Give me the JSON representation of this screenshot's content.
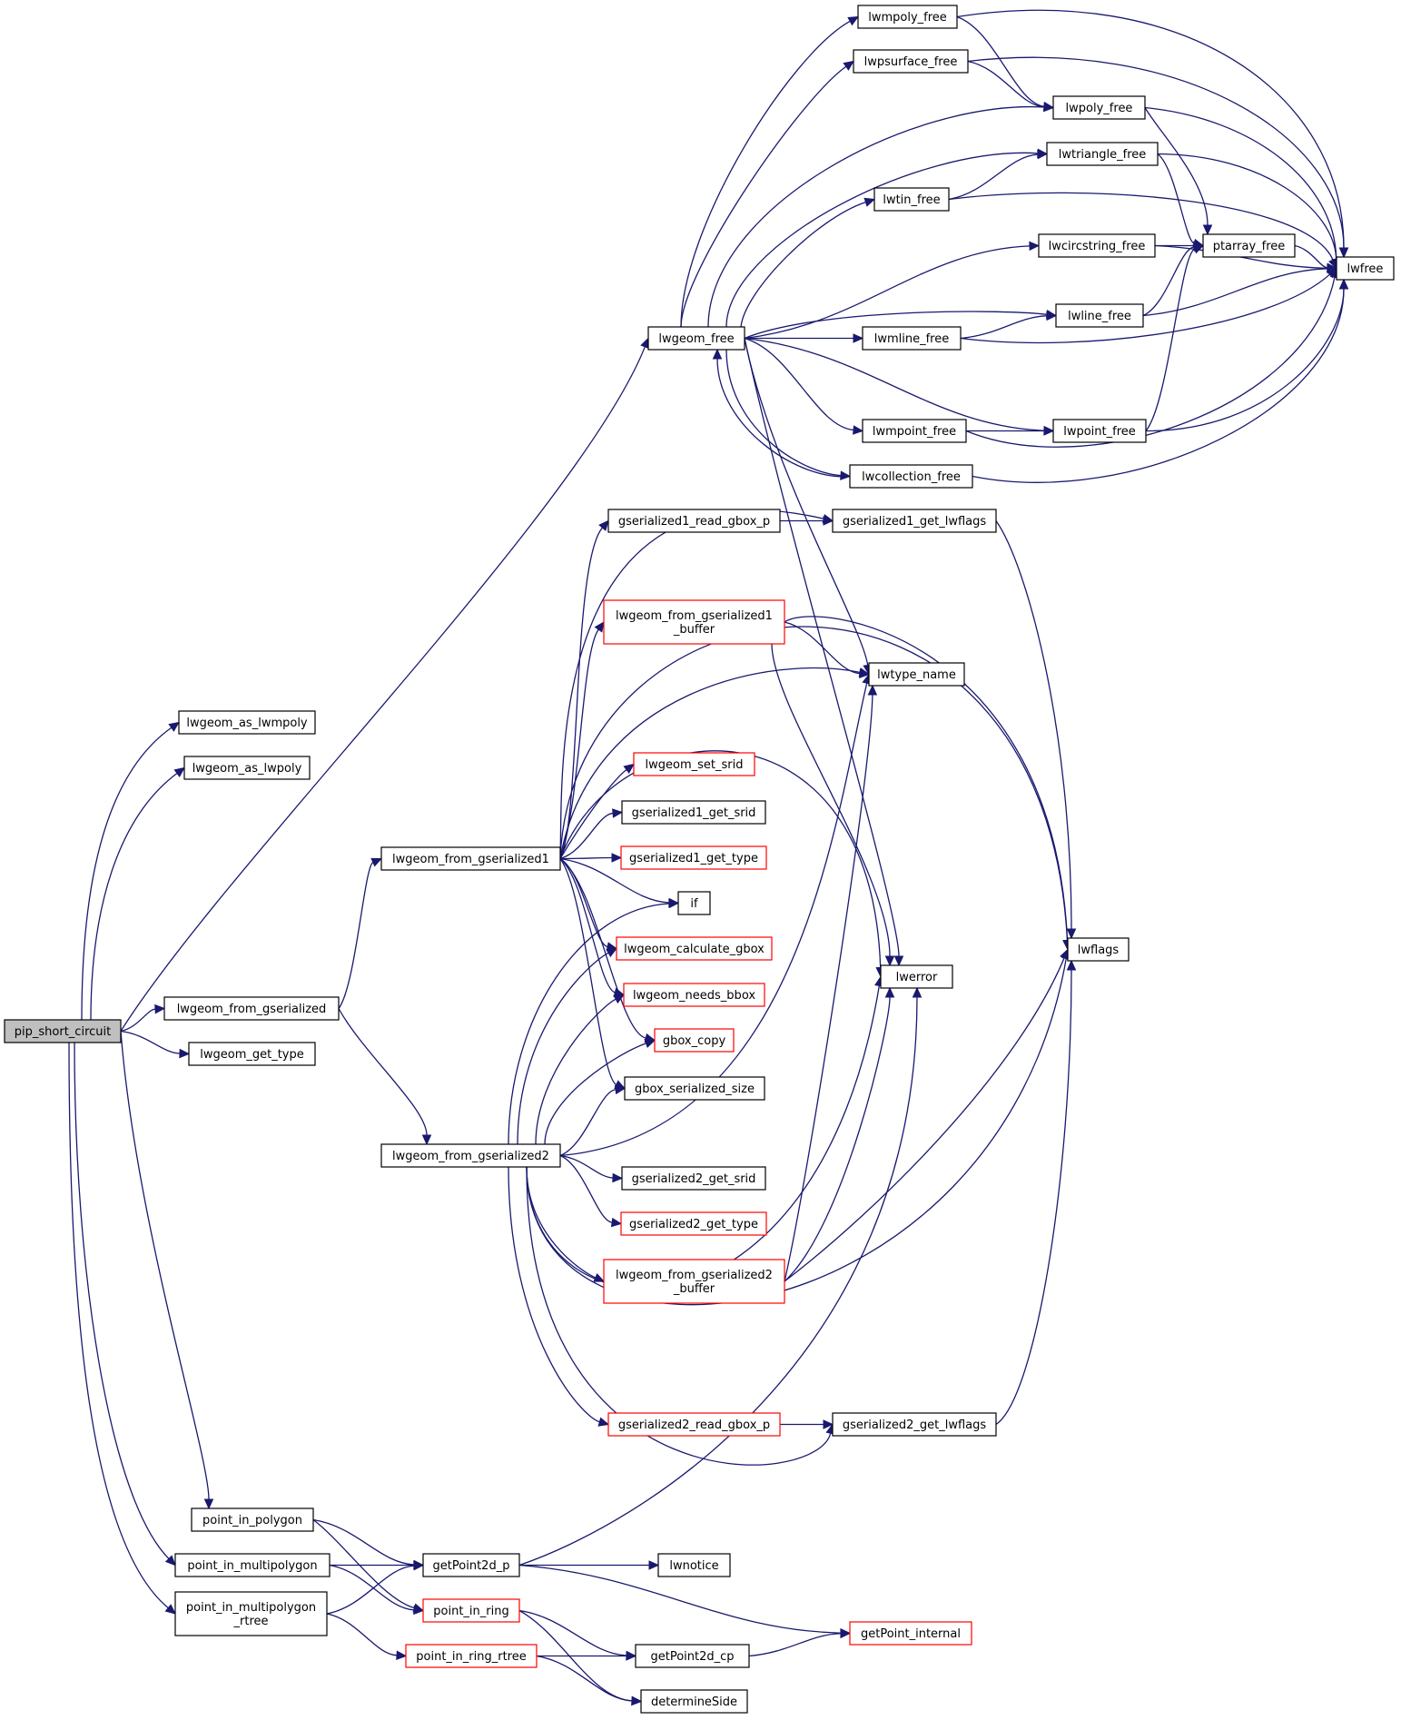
{
  "colors": {
    "edge": "#191970",
    "node_border": "#000000",
    "incomplete_node_border": "#ff0000",
    "root_fill": "#bfbfbf",
    "node_fill": "#ffffff"
  },
  "nodes": {
    "pip_short_circuit": {
      "lines": [
        "pip_short_circuit"
      ],
      "style": "root"
    },
    "lwgeom_as_lwmpoly": {
      "lines": [
        "lwgeom_as_lwmpoly"
      ],
      "style": "normal"
    },
    "lwgeom_as_lwpoly": {
      "lines": [
        "lwgeom_as_lwpoly"
      ],
      "style": "normal"
    },
    "lwgeom_free": {
      "lines": [
        "lwgeom_free"
      ],
      "style": "normal"
    },
    "lwgeom_from_gserialized": {
      "lines": [
        "lwgeom_from_gserialized"
      ],
      "style": "normal"
    },
    "lwgeom_get_type": {
      "lines": [
        "lwgeom_get_type"
      ],
      "style": "normal"
    },
    "point_in_polygon": {
      "lines": [
        "point_in_polygon"
      ],
      "style": "normal"
    },
    "point_in_multipolygon": {
      "lines": [
        "point_in_multipolygon"
      ],
      "style": "normal"
    },
    "point_in_multipolygon_rtree": {
      "lines": [
        "point_in_multipolygon",
        "_rtree"
      ],
      "style": "normal"
    },
    "lwgeom_from_gserialized1": {
      "lines": [
        "lwgeom_from_gserialized1"
      ],
      "style": "normal"
    },
    "lwgeom_from_gserialized2": {
      "lines": [
        "lwgeom_from_gserialized2"
      ],
      "style": "normal"
    },
    "getPoint2d_p": {
      "lines": [
        "getPoint2d_p"
      ],
      "style": "normal"
    },
    "point_in_ring": {
      "lines": [
        "point_in_ring"
      ],
      "style": "incomplete"
    },
    "point_in_ring_rtree": {
      "lines": [
        "point_in_ring_rtree"
      ],
      "style": "incomplete"
    },
    "gserialized1_read_gbox_p": {
      "lines": [
        "gserialized1_read_gbox_p"
      ],
      "style": "normal"
    },
    "lwgeom_from_gserialized1_buffer": {
      "lines": [
        "lwgeom_from_gserialized1",
        "_buffer"
      ],
      "style": "incomplete"
    },
    "lwgeom_set_srid": {
      "lines": [
        "lwgeom_set_srid"
      ],
      "style": "incomplete"
    },
    "gserialized1_get_srid": {
      "lines": [
        "gserialized1_get_srid"
      ],
      "style": "normal"
    },
    "gserialized1_get_type": {
      "lines": [
        "gserialized1_get_type"
      ],
      "style": "incomplete"
    },
    "if": {
      "lines": [
        "if"
      ],
      "style": "normal"
    },
    "lwgeom_calculate_gbox": {
      "lines": [
        "lwgeom_calculate_gbox"
      ],
      "style": "incomplete"
    },
    "lwgeom_needs_bbox": {
      "lines": [
        "lwgeom_needs_bbox"
      ],
      "style": "incomplete"
    },
    "gbox_copy": {
      "lines": [
        "gbox_copy"
      ],
      "style": "incomplete"
    },
    "gbox_serialized_size": {
      "lines": [
        "gbox_serialized_size"
      ],
      "style": "normal"
    },
    "gserialized2_get_srid": {
      "lines": [
        "gserialized2_get_srid"
      ],
      "style": "normal"
    },
    "gserialized2_get_type": {
      "lines": [
        "gserialized2_get_type"
      ],
      "style": "incomplete"
    },
    "lwgeom_from_gserialized2_buffer": {
      "lines": [
        "lwgeom_from_gserialized2",
        "_buffer"
      ],
      "style": "incomplete"
    },
    "gserialized2_read_gbox_p": {
      "lines": [
        "gserialized2_read_gbox_p"
      ],
      "style": "incomplete"
    },
    "lwnotice": {
      "lines": [
        "lwnotice"
      ],
      "style": "normal"
    },
    "getPoint2d_cp": {
      "lines": [
        "getPoint2d_cp"
      ],
      "style": "normal"
    },
    "determineSide": {
      "lines": [
        "determineSide"
      ],
      "style": "normal"
    },
    "lwmpoly_free": {
      "lines": [
        "lwmpoly_free"
      ],
      "style": "normal"
    },
    "lwpsurface_free": {
      "lines": [
        "lwpsurface_free"
      ],
      "style": "normal"
    },
    "lwtin_free": {
      "lines": [
        "lwtin_free"
      ],
      "style": "normal"
    },
    "lwmline_free": {
      "lines": [
        "lwmline_free"
      ],
      "style": "normal"
    },
    "lwmpoint_free": {
      "lines": [
        "lwmpoint_free"
      ],
      "style": "normal"
    },
    "lwcollection_free": {
      "lines": [
        "lwcollection_free"
      ],
      "style": "normal"
    },
    "gserialized1_get_lwflags": {
      "lines": [
        "gserialized1_get_lwflags"
      ],
      "style": "normal"
    },
    "lwtype_name": {
      "lines": [
        "lwtype_name"
      ],
      "style": "normal"
    },
    "lwerror": {
      "lines": [
        "lwerror"
      ],
      "style": "normal"
    },
    "gserialized2_get_lwflags": {
      "lines": [
        "gserialized2_get_lwflags"
      ],
      "style": "normal"
    },
    "getPoint_internal": {
      "lines": [
        "getPoint_internal"
      ],
      "style": "incomplete"
    },
    "lwpoly_free": {
      "lines": [
        "lwpoly_free"
      ],
      "style": "normal"
    },
    "lwtriangle_free": {
      "lines": [
        "lwtriangle_free"
      ],
      "style": "normal"
    },
    "lwcircstring_free": {
      "lines": [
        "lwcircstring_free"
      ],
      "style": "normal"
    },
    "lwline_free": {
      "lines": [
        "lwline_free"
      ],
      "style": "normal"
    },
    "lwpoint_free": {
      "lines": [
        "lwpoint_free"
      ],
      "style": "normal"
    },
    "lwflags": {
      "lines": [
        "lwflags"
      ],
      "style": "normal"
    },
    "ptarray_free": {
      "lines": [
        "ptarray_free"
      ],
      "style": "normal"
    },
    "lwfree": {
      "lines": [
        "lwfree"
      ],
      "style": "normal"
    }
  },
  "edges": [
    [
      "pip_short_circuit",
      "lwgeom_as_lwmpoly"
    ],
    [
      "pip_short_circuit",
      "lwgeom_as_lwpoly"
    ],
    [
      "pip_short_circuit",
      "lwgeom_free"
    ],
    [
      "pip_short_circuit",
      "lwgeom_from_gserialized"
    ],
    [
      "pip_short_circuit",
      "lwgeom_get_type"
    ],
    [
      "pip_short_circuit",
      "point_in_polygon"
    ],
    [
      "pip_short_circuit",
      "point_in_multipolygon"
    ],
    [
      "pip_short_circuit",
      "point_in_multipolygon_rtree"
    ],
    [
      "lwgeom_free",
      "lwmpoly_free"
    ],
    [
      "lwgeom_free",
      "lwpsurface_free"
    ],
    [
      "lwgeom_free",
      "lwpoly_free"
    ],
    [
      "lwgeom_free",
      "lwtriangle_free"
    ],
    [
      "lwgeom_free",
      "lwtin_free"
    ],
    [
      "lwgeom_free",
      "lwcircstring_free"
    ],
    [
      "lwgeom_free",
      "lwline_free"
    ],
    [
      "lwgeom_free",
      "lwmline_free"
    ],
    [
      "lwgeom_free",
      "lwpoint_free"
    ],
    [
      "lwgeom_free",
      "lwmpoint_free"
    ],
    [
      "lwgeom_free",
      "lwcollection_free"
    ],
    [
      "lwgeom_free",
      "lwtype_name"
    ],
    [
      "lwgeom_free",
      "lwerror"
    ],
    [
      "lwmpoly_free",
      "lwpoly_free"
    ],
    [
      "lwmpoly_free",
      "lwfree"
    ],
    [
      "lwpsurface_free",
      "lwpoly_free"
    ],
    [
      "lwpsurface_free",
      "lwfree"
    ],
    [
      "lwpoly_free",
      "ptarray_free"
    ],
    [
      "lwpoly_free",
      "lwfree"
    ],
    [
      "lwtriangle_free",
      "ptarray_free"
    ],
    [
      "lwtriangle_free",
      "lwfree"
    ],
    [
      "lwtin_free",
      "lwtriangle_free"
    ],
    [
      "lwtin_free",
      "lwfree"
    ],
    [
      "lwcircstring_free",
      "ptarray_free"
    ],
    [
      "lwcircstring_free",
      "lwfree"
    ],
    [
      "lwline_free",
      "ptarray_free"
    ],
    [
      "lwline_free",
      "lwfree"
    ],
    [
      "lwmline_free",
      "lwline_free"
    ],
    [
      "lwmline_free",
      "lwfree"
    ],
    [
      "lwmpoint_free",
      "lwpoint_free"
    ],
    [
      "lwmpoint_free",
      "lwfree"
    ],
    [
      "lwpoint_free",
      "ptarray_free"
    ],
    [
      "lwpoint_free",
      "lwfree"
    ],
    [
      "lwcollection_free",
      "lwgeom_free"
    ],
    [
      "lwcollection_free",
      "lwfree"
    ],
    [
      "ptarray_free",
      "lwfree"
    ],
    [
      "lwgeom_from_gserialized",
      "lwgeom_from_gserialized1"
    ],
    [
      "lwgeom_from_gserialized",
      "lwgeom_from_gserialized2"
    ],
    [
      "lwgeom_from_gserialized1",
      "gserialized1_read_gbox_p"
    ],
    [
      "lwgeom_from_gserialized1",
      "gserialized1_get_lwflags"
    ],
    [
      "lwgeom_from_gserialized1",
      "lwgeom_from_gserialized1_buffer"
    ],
    [
      "lwgeom_from_gserialized1",
      "lwtype_name"
    ],
    [
      "lwgeom_from_gserialized1",
      "lwflags"
    ],
    [
      "lwgeom_from_gserialized1",
      "lwerror"
    ],
    [
      "lwgeom_from_gserialized1",
      "lwgeom_set_srid"
    ],
    [
      "lwgeom_from_gserialized1",
      "gserialized1_get_srid"
    ],
    [
      "lwgeom_from_gserialized1",
      "gserialized1_get_type"
    ],
    [
      "lwgeom_from_gserialized1",
      "if"
    ],
    [
      "lwgeom_from_gserialized1",
      "lwgeom_calculate_gbox"
    ],
    [
      "lwgeom_from_gserialized1",
      "lwgeom_needs_bbox"
    ],
    [
      "lwgeom_from_gserialized1",
      "gbox_copy"
    ],
    [
      "lwgeom_from_gserialized1",
      "gbox_serialized_size"
    ],
    [
      "gserialized1_read_gbox_p",
      "gserialized1_get_lwflags"
    ],
    [
      "gserialized1_get_lwflags",
      "lwflags"
    ],
    [
      "lwgeom_from_gserialized1_buffer",
      "lwtype_name"
    ],
    [
      "lwgeom_from_gserialized1_buffer",
      "lwerror"
    ],
    [
      "lwgeom_from_gserialized1_buffer",
      "lwflags"
    ],
    [
      "lwgeom_from_gserialized2",
      "if"
    ],
    [
      "lwgeom_from_gserialized2",
      "lwgeom_calculate_gbox"
    ],
    [
      "lwgeom_from_gserialized2",
      "lwgeom_needs_bbox"
    ],
    [
      "lwgeom_from_gserialized2",
      "gbox_copy"
    ],
    [
      "lwgeom_from_gserialized2",
      "gbox_serialized_size"
    ],
    [
      "lwgeom_from_gserialized2",
      "lwtype_name"
    ],
    [
      "lwgeom_from_gserialized2",
      "gserialized2_get_srid"
    ],
    [
      "lwgeom_from_gserialized2",
      "gserialized2_get_type"
    ],
    [
      "lwgeom_from_gserialized2",
      "lwgeom_from_gserialized2_buffer"
    ],
    [
      "lwgeom_from_gserialized2",
      "lwerror"
    ],
    [
      "lwgeom_from_gserialized2",
      "lwflags"
    ],
    [
      "lwgeom_from_gserialized2",
      "gserialized2_read_gbox_p"
    ],
    [
      "lwgeom_from_gserialized2",
      "gserialized2_get_lwflags"
    ],
    [
      "lwgeom_from_gserialized2_buffer",
      "lwtype_name"
    ],
    [
      "lwgeom_from_gserialized2_buffer",
      "lwerror"
    ],
    [
      "lwgeom_from_gserialized2_buffer",
      "lwflags"
    ],
    [
      "gserialized2_read_gbox_p",
      "gserialized2_get_lwflags"
    ],
    [
      "gserialized2_get_lwflags",
      "lwflags"
    ],
    [
      "point_in_polygon",
      "getPoint2d_p"
    ],
    [
      "point_in_polygon",
      "point_in_ring"
    ],
    [
      "point_in_multipolygon",
      "getPoint2d_p"
    ],
    [
      "point_in_multipolygon",
      "point_in_ring"
    ],
    [
      "point_in_multipolygon_rtree",
      "getPoint2d_p"
    ],
    [
      "point_in_multipolygon_rtree",
      "point_in_ring_rtree"
    ],
    [
      "getPoint2d_p",
      "lwerror"
    ],
    [
      "getPoint2d_p",
      "lwnotice"
    ],
    [
      "getPoint2d_p",
      "getPoint_internal"
    ],
    [
      "point_in_ring",
      "getPoint2d_cp"
    ],
    [
      "point_in_ring",
      "determineSide"
    ],
    [
      "point_in_ring_rtree",
      "getPoint2d_cp"
    ],
    [
      "point_in_ring_rtree",
      "determineSide"
    ],
    [
      "getPoint2d_cp",
      "getPoint_internal"
    ]
  ]
}
